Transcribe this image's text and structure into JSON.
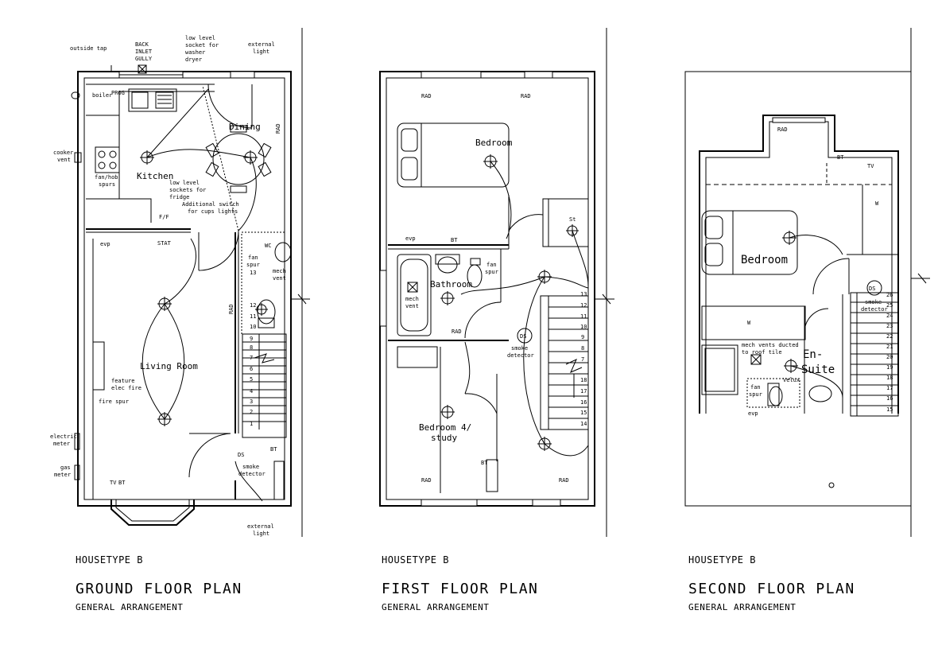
{
  "ground": {
    "housetype": "HOUSETYPE B",
    "title": "GROUND FLOOR PLAN",
    "subtitle": "GENERAL ARRANGEMENT",
    "labels": {
      "outside_tap": "outside tap",
      "back_inlet": "BACK",
      "back_inlet2": "INLET",
      "back_inlet3": "GULLY",
      "low_level_1": "low level",
      "low_level_2": "socket for",
      "low_level_3": "washer",
      "low_level_4": "dryer",
      "ext_light_top_1": "external",
      "ext_light_top_2": "light",
      "boiler": "boiler",
      "prog": "PROG",
      "dining": "Dining",
      "rad": "RAD",
      "cooker_vent_1": "cooker",
      "cooker_vent_2": "vent",
      "fan_hob_1": "fan/hob",
      "fan_hob_2": "spurs",
      "kitchen": "Kitchen",
      "fridge_1": "low level",
      "fridge_2": "sockets for",
      "fridge_3": "fridge",
      "cups_1": "Additional switch",
      "cups_2": "for cups lights",
      "ff": "F/F",
      "evp": "evp",
      "stat": "STAT",
      "wc": "WC",
      "fan_spur_1": "fan",
      "fan_spur_2": "spur",
      "mech_vent_1": "mech",
      "mech_vent_2": "vent",
      "living": "Living Room",
      "feature_1": "feature",
      "feature_2": "elec fire",
      "fire_spur": "fire spur",
      "electric_1": "electric",
      "electric_2": "meter",
      "gas_1": "gas",
      "gas_2": "meter",
      "tv": "TV",
      "bt": "BT",
      "ds": "DS",
      "smoke_1": "smoke",
      "smoke_2": "detector",
      "ext_light_bot_1": "external",
      "ext_light_bot_2": "light"
    },
    "stairs": [
      "13",
      "12",
      "11",
      "10",
      "9",
      "8",
      "7",
      "6",
      "5",
      "4",
      "3",
      "2",
      "1"
    ]
  },
  "first": {
    "housetype": "HOUSETYPE B",
    "title": "FIRST FLOOR PLAN",
    "subtitle": "GENERAL ARRANGEMENT",
    "labels": {
      "rad": "RAD",
      "bedroom": "Bedroom",
      "st": "St",
      "evp": "evp",
      "bt": "BT",
      "fan_1": "fan",
      "fan_2": "spur",
      "bathroom": "Bathroom",
      "mech_1": "mech",
      "mech_2": "vent",
      "smoke_1": "smoke",
      "smoke_2": "detector",
      "ds": "DS",
      "bed4_1": "Bedroom 4/",
      "bed4_2": "study"
    },
    "stairs": [
      "13",
      "12",
      "11",
      "10",
      "9",
      "8",
      "7",
      "18",
      "17",
      "16",
      "15",
      "14"
    ]
  },
  "second": {
    "housetype": "HOUSETYPE B",
    "title": "SECOND FLOOR PLAN",
    "subtitle": "GENERAL ARRANGEMENT",
    "labels": {
      "rad": "RAD",
      "bt": "BT",
      "tv": "TV",
      "w": "W",
      "bedroom": "Bedroom",
      "ds": "DS",
      "smoke_1": "smoke",
      "smoke_2": "detector",
      "mech_1": "mech vents ducted",
      "mech_2": "to roof tile",
      "en1": "En-",
      "en2": "Suite",
      "velux": "Velux",
      "fan_1": "fan",
      "fan_2": "spur",
      "evp": "evp"
    },
    "stairs": [
      "26",
      "25",
      "24",
      "23",
      "22",
      "21",
      "20",
      "19",
      "18",
      "17",
      "16",
      "15"
    ]
  }
}
